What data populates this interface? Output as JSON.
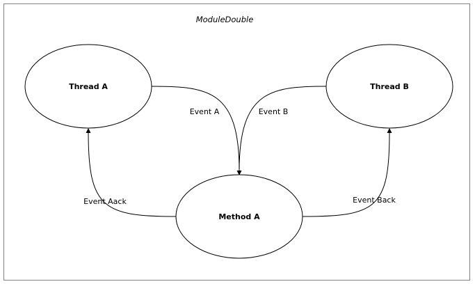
{
  "diagram": {
    "title": "ModuleDouble",
    "nodes": {
      "thread_a": {
        "label": "Thread A"
      },
      "thread_b": {
        "label": "Thread B"
      },
      "method_a": {
        "label": "Method A"
      }
    },
    "edges": {
      "event_a": {
        "label": "Event A",
        "from": "Thread A",
        "to": "Method A"
      },
      "event_b": {
        "label": "Event B",
        "from": "Thread B",
        "to": "Method A"
      },
      "event_aack": {
        "label": "Event Aack",
        "from": "Method A",
        "to": "Thread A"
      },
      "event_back": {
        "label": "Event Back",
        "from": "Method A",
        "to": "Thread B"
      }
    }
  }
}
